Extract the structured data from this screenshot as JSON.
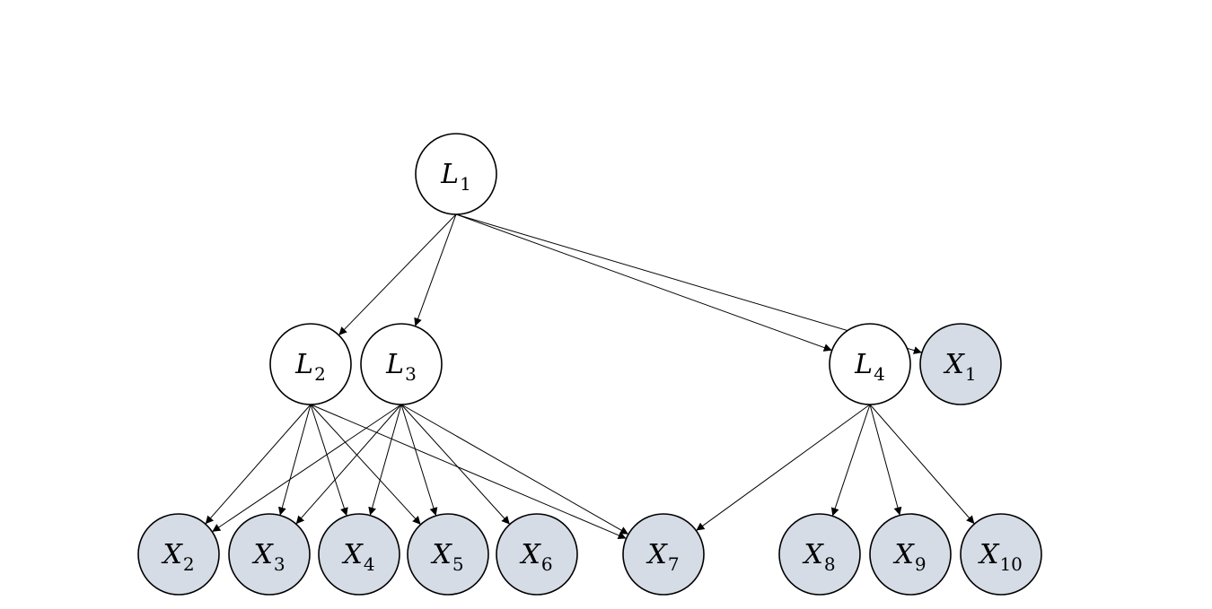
{
  "colors": {
    "latent_fill": "#ffffff",
    "observed_fill": "#d5dce6",
    "stroke": "#000000"
  },
  "nodes": [
    {
      "id": "L1",
      "letter": "L",
      "sub": "1",
      "kind": "latent"
    },
    {
      "id": "L2",
      "letter": "L",
      "sub": "2",
      "kind": "latent"
    },
    {
      "id": "L3",
      "letter": "L",
      "sub": "3",
      "kind": "latent"
    },
    {
      "id": "L4",
      "letter": "L",
      "sub": "4",
      "kind": "latent"
    },
    {
      "id": "X1",
      "letter": "X",
      "sub": "1",
      "kind": "observed"
    },
    {
      "id": "X2",
      "letter": "X",
      "sub": "2",
      "kind": "observed"
    },
    {
      "id": "X3",
      "letter": "X",
      "sub": "3",
      "kind": "observed"
    },
    {
      "id": "X4",
      "letter": "X",
      "sub": "4",
      "kind": "observed"
    },
    {
      "id": "X5",
      "letter": "X",
      "sub": "5",
      "kind": "observed"
    },
    {
      "id": "X6",
      "letter": "X",
      "sub": "6",
      "kind": "observed"
    },
    {
      "id": "X7",
      "letter": "X",
      "sub": "7",
      "kind": "observed"
    },
    {
      "id": "X8",
      "letter": "X",
      "sub": "8",
      "kind": "observed"
    },
    {
      "id": "X9",
      "letter": "X",
      "sub": "9",
      "kind": "observed"
    },
    {
      "id": "X10",
      "letter": "X",
      "sub": "10",
      "kind": "observed"
    }
  ],
  "edges": [
    [
      "L1",
      "L2"
    ],
    [
      "L1",
      "L3"
    ],
    [
      "L1",
      "L4"
    ],
    [
      "L1",
      "X1"
    ],
    [
      "L2",
      "X2"
    ],
    [
      "L2",
      "X3"
    ],
    [
      "L2",
      "X4"
    ],
    [
      "L2",
      "X5"
    ],
    [
      "L2",
      "X7"
    ],
    [
      "L3",
      "X2"
    ],
    [
      "L3",
      "X3"
    ],
    [
      "L3",
      "X4"
    ],
    [
      "L3",
      "X5"
    ],
    [
      "L3",
      "X6"
    ],
    [
      "L3",
      "X7"
    ],
    [
      "L4",
      "X7"
    ],
    [
      "L4",
      "X8"
    ],
    [
      "L4",
      "X9"
    ],
    [
      "L4",
      "X10"
    ]
  ]
}
